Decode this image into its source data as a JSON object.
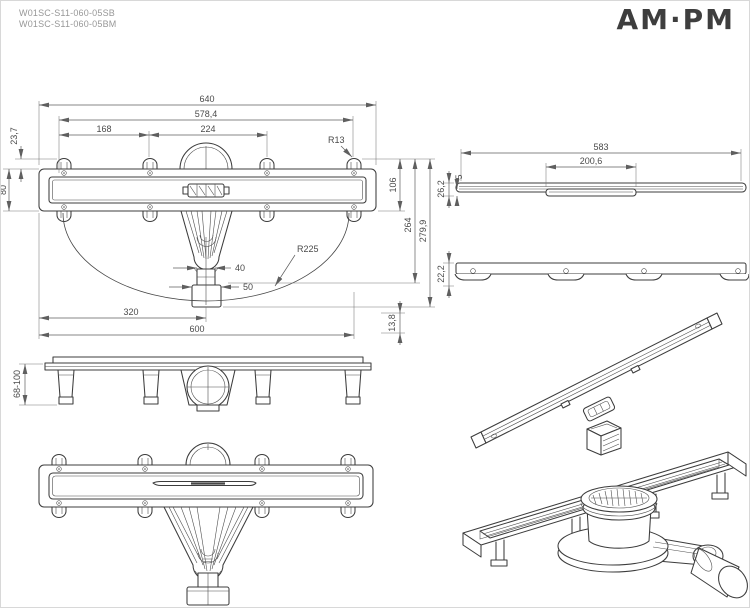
{
  "header": {
    "model_codes": [
      "W01SC-S11-060-05SB",
      "W01SC-S11-060-05BM"
    ],
    "logo_text": "AM·PM"
  },
  "colors": {
    "drawing_line": "#3c3c3c",
    "dimension_line": "#5f5f5f",
    "model_text": "#979797",
    "logo_text": "#3e3e3e",
    "background": "#ffffff"
  },
  "dims": {
    "front": {
      "overall_width": "640",
      "grate_width": "578,4",
      "span_left": "168",
      "span_center": "224",
      "clip_radius": "R13",
      "clip_offset": "23,7",
      "body_height": "80",
      "channel_height": "106",
      "flange_height": "264",
      "overall_height": "279,9",
      "arc_radius": "R225",
      "neck_width": "40",
      "outlet_width": "50",
      "center_offset": "320",
      "base_length": "600",
      "edge_offset": "13,8"
    },
    "grate_side": {
      "length": "583",
      "insert_length": "200,6",
      "height": "26,2",
      "lip_height": "5"
    },
    "rail_side": {
      "height": "22,2"
    },
    "elevation": {
      "adjustable_height": "68-100"
    }
  }
}
